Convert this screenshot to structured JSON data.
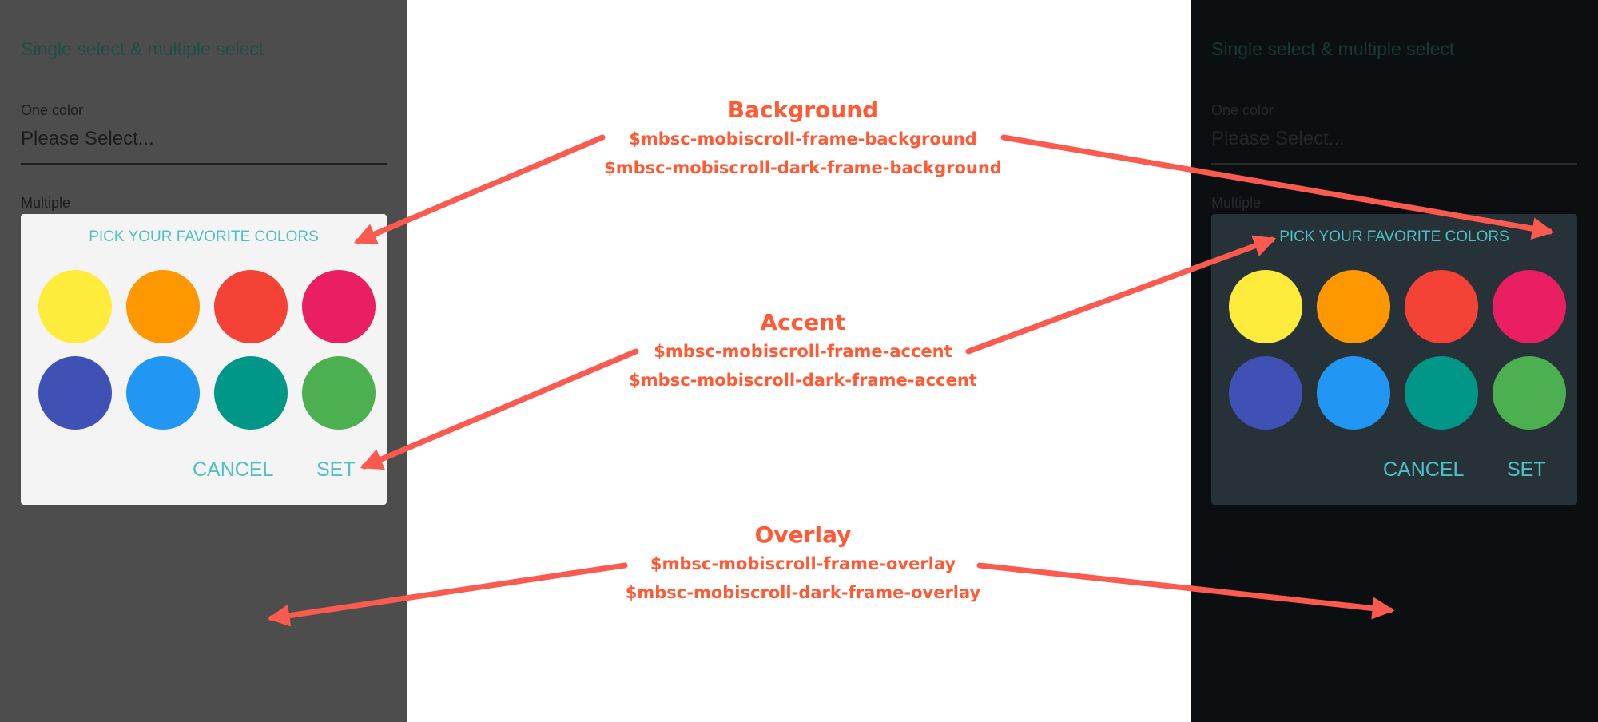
{
  "light": {
    "page_title": "Single select & multiple select",
    "one_color_label": "One color",
    "placeholder": "Please Select...",
    "multiple_label": "Multiple",
    "frame": {
      "header": "PICK YOUR FAVORITE COLORS",
      "cancel_label": "CANCEL",
      "set_label": "SET"
    }
  },
  "dark": {
    "page_title": "Single select & multiple select",
    "one_color_label": "One color",
    "placeholder": "Please Select...",
    "multiple_label": "Multiple",
    "frame": {
      "header": "PICK YOUR FAVORITE COLORS",
      "cancel_label": "CANCEL",
      "set_label": "SET"
    }
  },
  "swatches": [
    "#ffeb3b",
    "#ff9800",
    "#f44336",
    "#e91e63",
    "#3f51b5",
    "#2196f3",
    "#009688",
    "#4caf50"
  ],
  "callouts": {
    "background": {
      "title": "Background",
      "var_light": "$mbsc-mobiscroll-frame-background",
      "var_dark": "$mbsc-mobiscroll-dark-frame-background"
    },
    "accent": {
      "title": "Accent",
      "var_light": "$mbsc-mobiscroll-frame-accent",
      "var_dark": "$mbsc-mobiscroll-dark-frame-accent"
    },
    "overlay": {
      "title": "Overlay",
      "var_light": "$mbsc-mobiscroll-frame-overlay",
      "var_dark": "$mbsc-mobiscroll-dark-frame-overlay"
    }
  },
  "colors": {
    "light_overlay": "#4d4d4d",
    "dark_overlay": "#0c0f11",
    "light_frame_background": "#f4f4f4",
    "dark_frame_background": "#263238",
    "accent": "#4ec1c5",
    "annotation": "#ff5a36",
    "arrow": "#fb5a4e"
  }
}
